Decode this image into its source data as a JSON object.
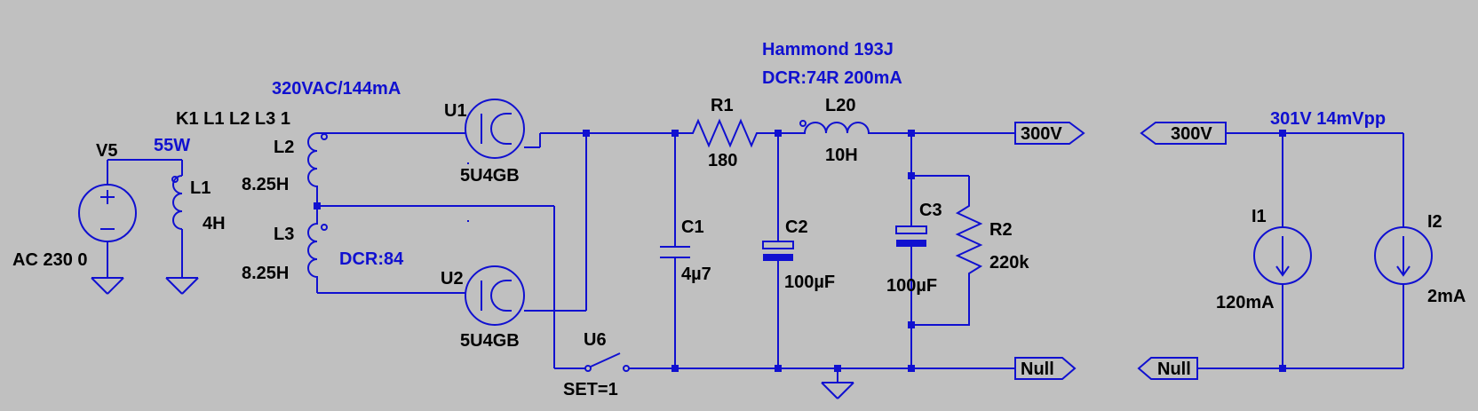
{
  "labels": {
    "v5": {
      "name": "V5",
      "value": "AC 230 0",
      "power": "55W"
    },
    "l1": {
      "name": "L1",
      "value": "4H"
    },
    "coupling": "K1 L1 L2 L3 1",
    "transformer_rating": "320VAC/144mA",
    "l2": {
      "name": "L2",
      "value": "8.25H"
    },
    "l3": {
      "name": "L3",
      "value": "8.25H",
      "dcr": "DCR:84"
    },
    "u1": {
      "name": "U1",
      "value": "5U4GB"
    },
    "u2": {
      "name": "U2",
      "value": "5U4GB"
    },
    "u6": {
      "name": "U6",
      "value": "SET=1"
    },
    "r1": {
      "name": "R1",
      "value": "180"
    },
    "choke_note": {
      "line1": "Hammond 193J",
      "line2": "DCR:74R 200mA"
    },
    "l20": {
      "name": "L20",
      "value": "10H"
    },
    "c1": {
      "name": "C1",
      "value": "4µ7"
    },
    "c2": {
      "name": "C2",
      "value": "100µF"
    },
    "c3": {
      "name": "C3",
      "value": "100µF"
    },
    "r2": {
      "name": "R2",
      "value": "220k"
    },
    "out_flag": "300V",
    "null_flag": "Null",
    "in_flag": "300V",
    "in_null_flag": "Null",
    "measurement": "301V 14mVpp",
    "i1": {
      "name": "I1",
      "value": "120mA"
    },
    "i2": {
      "name": "I2",
      "value": "2mA"
    }
  },
  "colors": {
    "background": "#c0c0c0",
    "wire": "#1010d0",
    "text": "#000000",
    "annotation": "#1010d0"
  }
}
